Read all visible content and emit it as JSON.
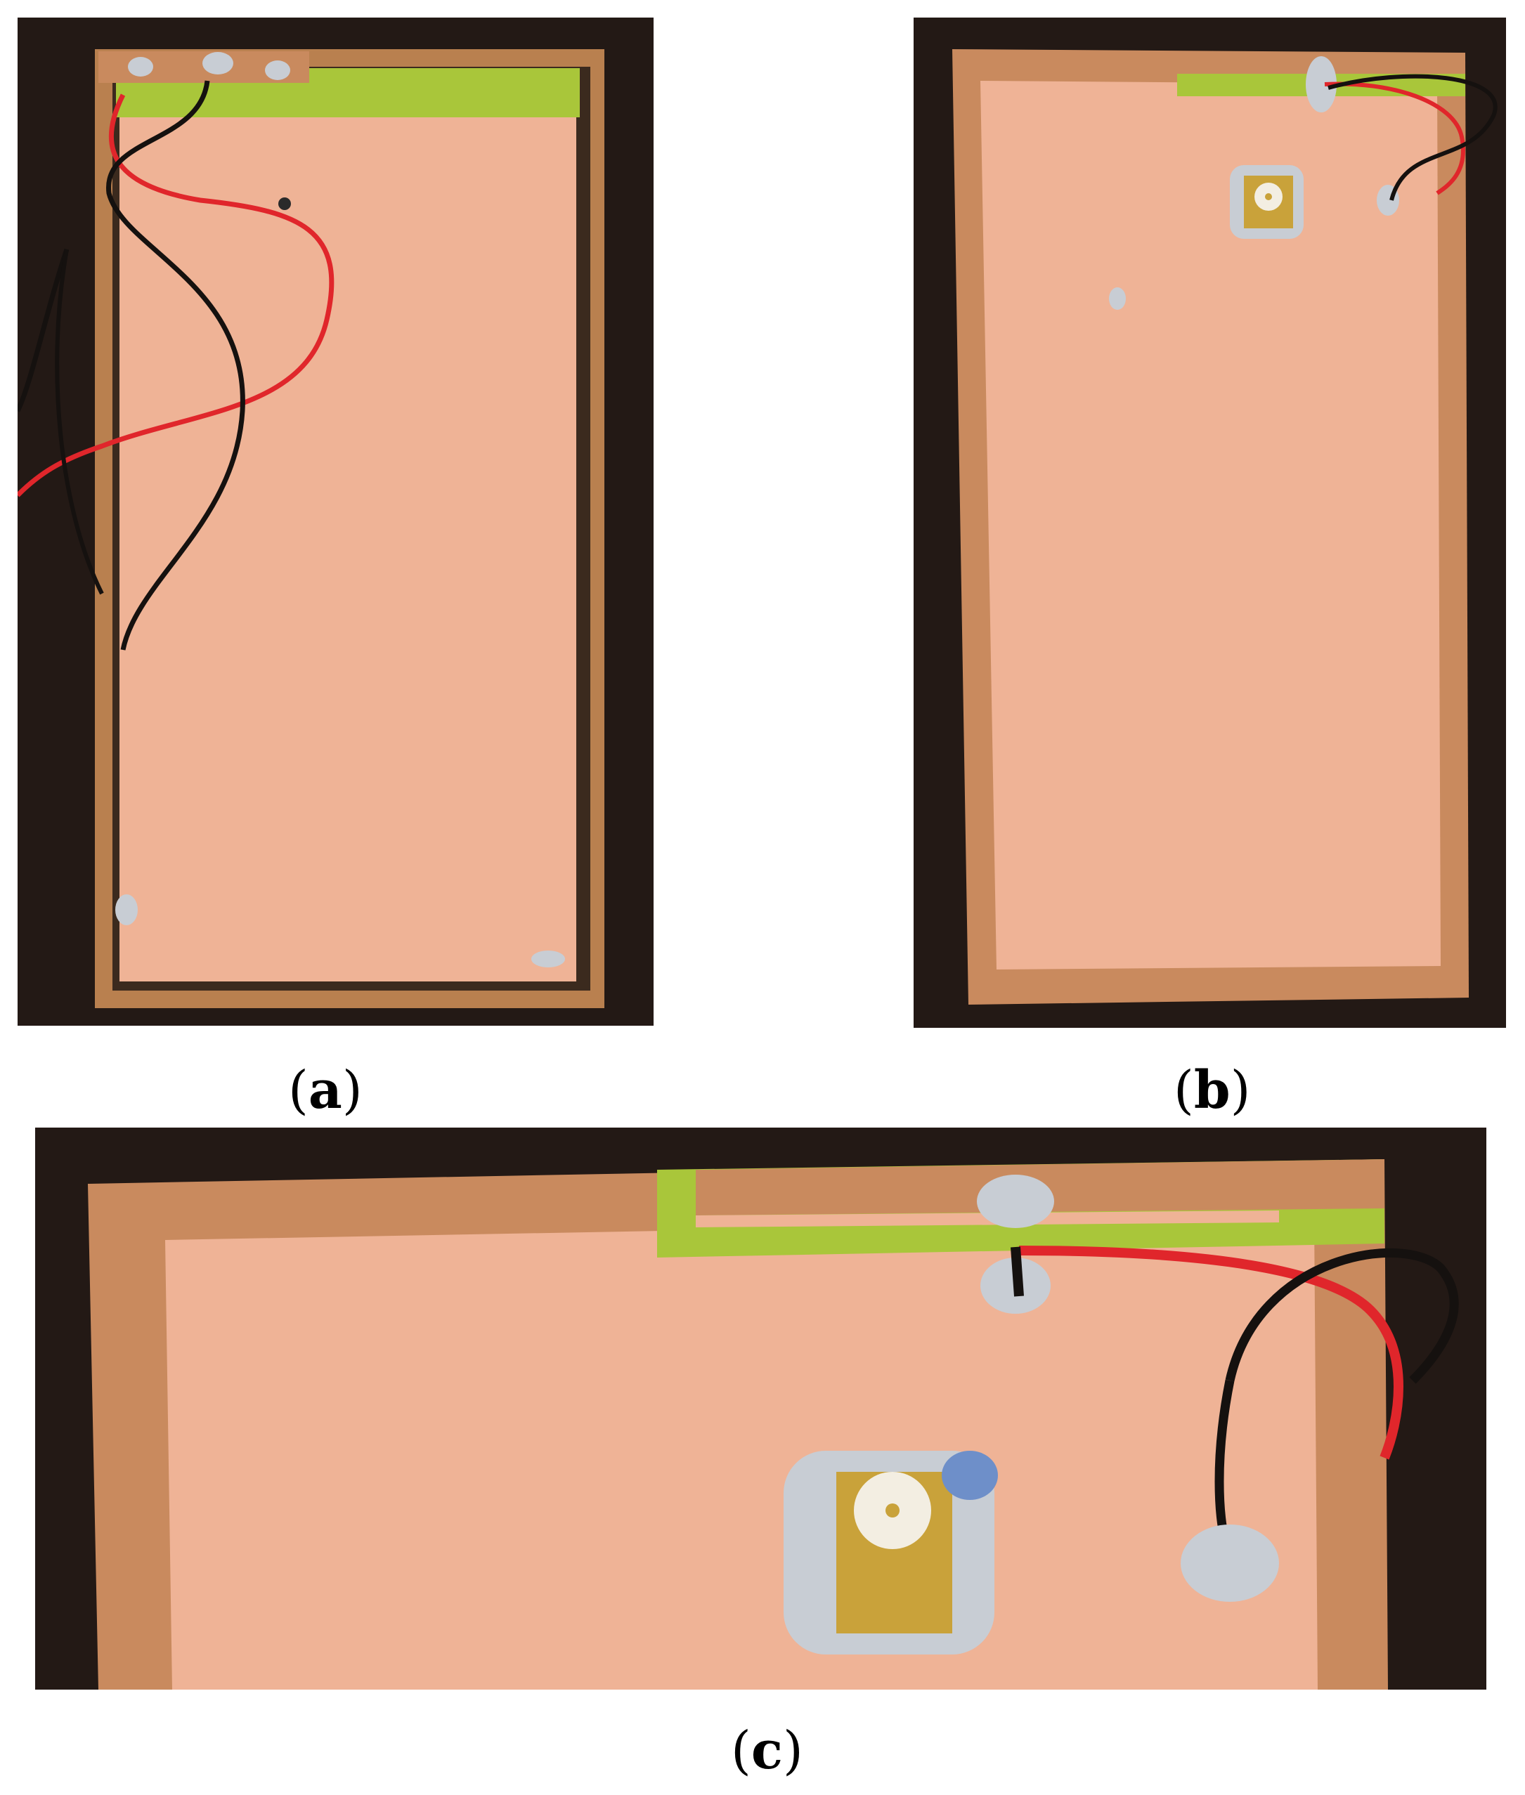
{
  "panels": [
    {
      "id": "a",
      "caption_open": "(",
      "caption_letter": "a",
      "caption_close": ")"
    },
    {
      "id": "b",
      "caption_open": "(",
      "caption_letter": "b",
      "caption_close": ")"
    },
    {
      "id": "c",
      "caption_open": "(",
      "caption_letter": "c",
      "caption_close": ")"
    }
  ],
  "colors": {
    "background_wood": "#231915",
    "substrate": "#EFB396",
    "copper_tape": "#C98A5E",
    "fr4_green": "#A9C63A",
    "solder": "#C8CDD4",
    "connector_gold": "#C9A23A",
    "wire_red": "#E0262B",
    "wire_black": "#15110F"
  }
}
